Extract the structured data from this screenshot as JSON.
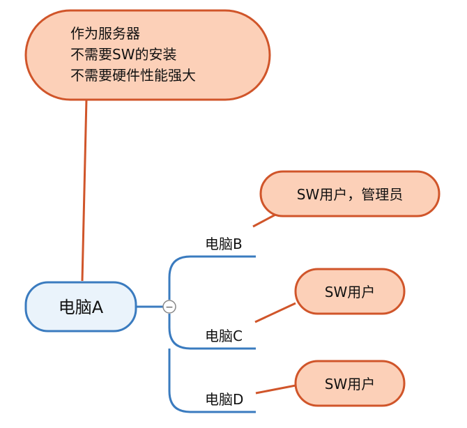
{
  "root": {
    "label": "电脑A",
    "callout": {
      "lines": [
        "作为服务器",
        "不需要SW的安装",
        "不需要硬件性能强大"
      ]
    }
  },
  "branches": [
    {
      "label": "电脑B",
      "callout": "SW用户，管理员"
    },
    {
      "label": "电脑C",
      "callout": "SW用户"
    },
    {
      "label": "电脑D",
      "callout": "SW用户"
    }
  ],
  "collapse_toggle": "−",
  "colors": {
    "callout_fill": "#fcd0b8",
    "callout_stroke": "#d0552a",
    "root_fill": "#eaf3fb",
    "root_stroke": "#3a7bbf",
    "branch_line": "#3a7bbf"
  }
}
